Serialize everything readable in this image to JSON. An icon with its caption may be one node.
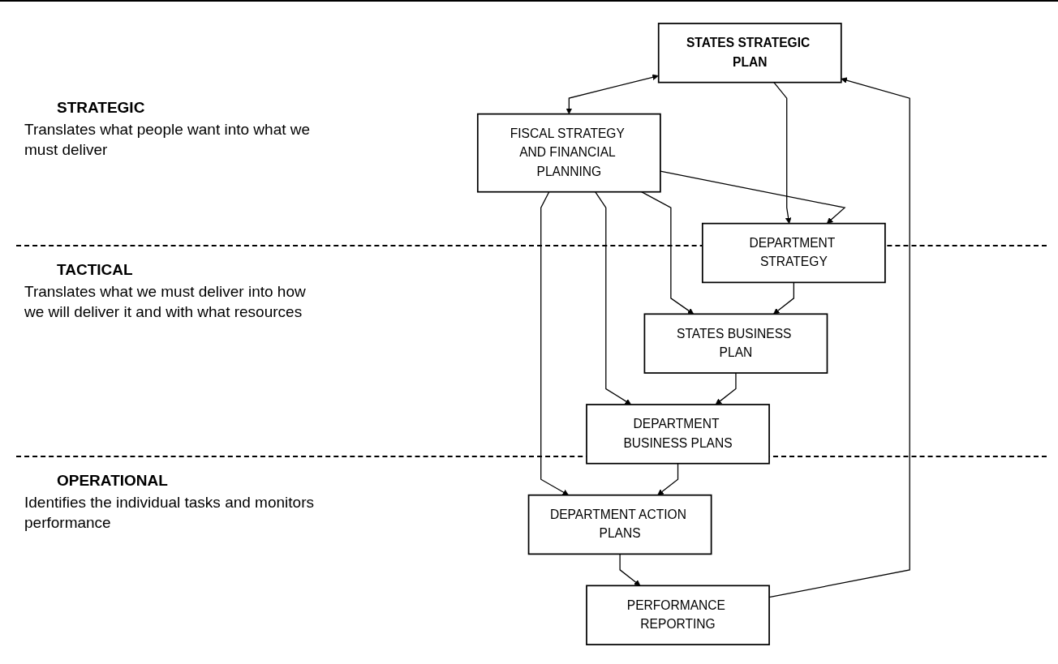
{
  "diagram": {
    "nodes": [
      {
        "text": [
          "STATES STRATEGIC PLAN"
        ]
      },
      {
        "text": [
          "FISCAL STRATEGY AND FINANCIAL PLANNING"
        ]
      },
      {
        "text": [
          "DEPARTMENT STRATEGY"
        ]
      },
      {
        "text": [
          "STATES BUSINESS PLAN"
        ]
      },
      {
        "text": [
          "DEPARTMENT BUSINESS PLANS"
        ]
      },
      {
        "text": [
          "DEPARTMENT ACTION PLANS"
        ]
      },
      {
        "text": [
          "PERFORMANCE REPORTING"
        ]
      }
    ],
    "edges": [
      {
        "from": 0,
        "to": 1,
        "arrow": "both"
      },
      {
        "from": 6,
        "to": 0,
        "arrow": "to"
      },
      {
        "from": 0,
        "to": 2,
        "arrow": "to"
      },
      {
        "from": 1,
        "to": 2,
        "arrow": "to"
      },
      {
        "from": 1,
        "to": 3,
        "arrow": "to"
      },
      {
        "from": 1,
        "to": 4,
        "arrow": "to"
      },
      {
        "from": 1,
        "to": 5,
        "arrow": "to"
      },
      {
        "from": 2,
        "to": 3,
        "arrow": "to"
      },
      {
        "from": 3,
        "to": 4,
        "arrow": "to"
      },
      {
        "from": 4,
        "to": 5,
        "arrow": "to"
      },
      {
        "from": 5,
        "to": 6,
        "arrow": "to"
      }
    ],
    "labels": [
      "STRATEGIC",
      "Translates what people want into what we must deliver",
      "TACTICAL",
      "Translates what we must deliver into how we will deliver it and with what resources",
      "OPERATIONAL",
      "Identifies the individual tasks and monitors performance"
    ]
  }
}
